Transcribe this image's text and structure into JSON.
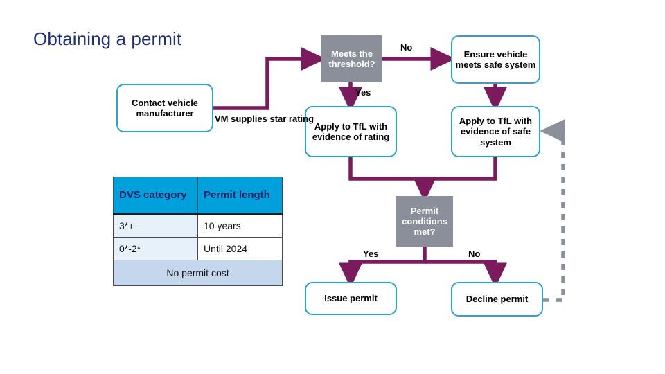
{
  "slide": {
    "title": "Obtaining a permit",
    "title_color": "#1F2D7A",
    "background_color": "#FFFFFF"
  },
  "theme": {
    "process_border_color": "#29A3D3",
    "decision_fill_color": "#8A8F99",
    "decision_text_color": "#FFFFFF",
    "connector_color": "#7B1B5E",
    "feedback_connector_color": "#8B9199",
    "table_header_color": "#00A0DD",
    "table_header_text_color": "#0B2265",
    "table_footer_color": "#C5D7EC",
    "table_category_cell_color": "#E6F1FA"
  },
  "flowchart": {
    "nodes": {
      "contact": {
        "label": "Contact vehicle manufacturer",
        "type": "process"
      },
      "threshold": {
        "label": "Meets the threshold?",
        "type": "decision"
      },
      "ensure_safe": {
        "label": "Ensure vehicle meets safe system",
        "type": "process"
      },
      "apply_rating": {
        "label": "Apply to TfL with evidence of rating",
        "type": "process"
      },
      "apply_safe": {
        "label": "Apply to TfL with evidence of safe system",
        "type": "process"
      },
      "permit_conditions": {
        "label": "Permit conditions met?",
        "type": "decision"
      },
      "issue": {
        "label": "Issue permit",
        "type": "process"
      },
      "decline": {
        "label": "Decline permit",
        "type": "process"
      }
    },
    "edge_labels": {
      "vm_supplies": "VM supplies star rating",
      "threshold_no": "No",
      "threshold_yes": "Yes",
      "conditions_yes": "Yes",
      "conditions_no": "No"
    }
  },
  "dvs_table": {
    "headers": [
      "DVS category",
      "Permit length"
    ],
    "rows": [
      {
        "category": "3*+",
        "length": "10 years"
      },
      {
        "category": "0*-2*",
        "length": "Until 2024"
      }
    ],
    "footer": "No permit cost"
  }
}
